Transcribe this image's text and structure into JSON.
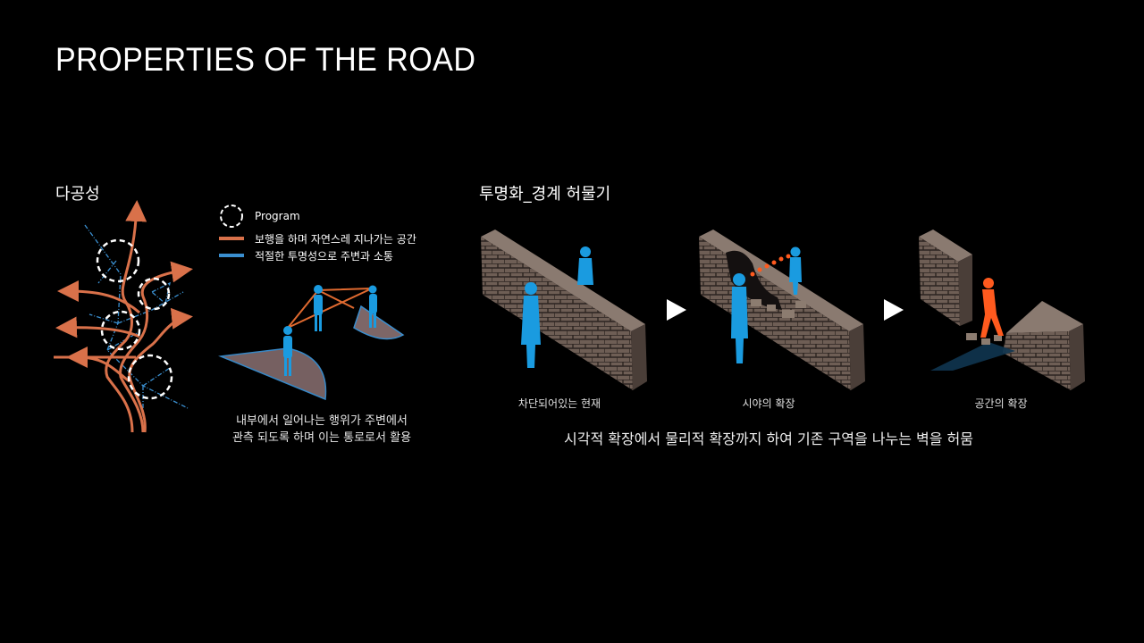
{
  "page_title": "PROPERTIES OF THE ROAD",
  "section_diversity": {
    "title": "다공성",
    "legend": [
      {
        "label": "Program",
        "kind": "dashed-circle",
        "color": "#ffffff"
      },
      {
        "label": "보행을 하며 자연스레 지나가는 공간",
        "kind": "line",
        "color": "#d9714a"
      },
      {
        "label": "적절한 투명성으로 주변과 소통",
        "kind": "line",
        "color": "#3a8fd0"
      }
    ],
    "caption_line1": "내부에서 일어나는 행위가 주변에서",
    "caption_line2": "관측 되도록 하며 이는 통로로서 활용"
  },
  "section_transparency": {
    "title": "투명화_경계 허물기",
    "stages": [
      {
        "label": "차단되어있는 현재"
      },
      {
        "label": "시야의 확장"
      },
      {
        "label": "공간의 확장"
      }
    ],
    "caption": "시각적 확장에서 물리적 확장까지 하여 기존 구역을 나누는 벽을 허뭄"
  },
  "colors": {
    "background": "#000000",
    "path_orange": "#d9714a",
    "view_blue": "#3a8fd0",
    "person_blue": "#1a9be0",
    "person_orange": "#ff5a1e",
    "brick": "#6e5e55"
  }
}
